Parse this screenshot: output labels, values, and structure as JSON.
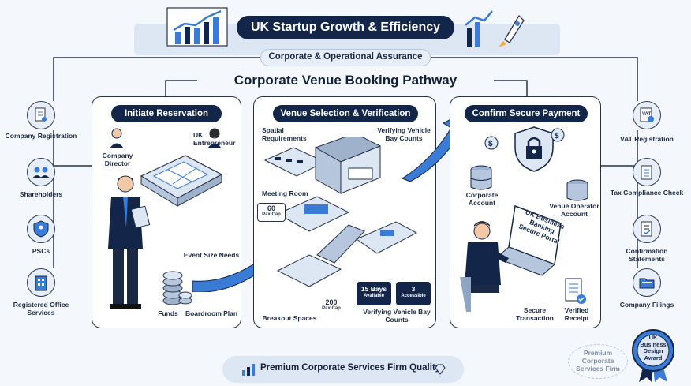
{
  "header": {
    "title": "UK Startup Growth & Efficiency",
    "subtitle": "Corporate & Operational Assurance",
    "pathway_title": "Corporate Venue Booking Pathway"
  },
  "left_sidebar": [
    {
      "label": "Company Registration",
      "icon": "document-icon"
    },
    {
      "label": "Shareholders",
      "icon": "people-icon"
    },
    {
      "label": "PSCs",
      "icon": "shield-user-icon"
    },
    {
      "label": "Registered Office Services",
      "icon": "building-icon"
    }
  ],
  "right_sidebar": [
    {
      "label": "VAT Registration",
      "icon": "vat-icon"
    },
    {
      "label": "Tax Compliance Check",
      "icon": "checklist-icon"
    },
    {
      "label": "Confirmation Statements",
      "icon": "statement-icon"
    },
    {
      "label": "Company Filings",
      "icon": "folder-icon"
    }
  ],
  "panels": {
    "initiate": {
      "title": "Initiate Reservation",
      "labels": {
        "company_director": "Company Director",
        "uk_entrepreneur": "UK Entrepreneur",
        "event_size": "Event Size Needs",
        "funds": "Funds",
        "boardroom": "Boardroom Plan"
      }
    },
    "venue": {
      "title": "Venue Selection & Verification",
      "labels": {
        "spatial": "Spatial Requirements",
        "verifying_top": "Verifying Vehicle Bay Counts",
        "meeting_room": "Meeting Room",
        "pax_60_num": "60",
        "pax_60_unit": "Pax Cap",
        "breakout": "Breakout Spaces",
        "pax_200_num": "200",
        "pax_200_unit": "Pax Cap",
        "bays_15": "15 Bays",
        "bays_available": "Available",
        "bays_3": "3",
        "bays_accessible": "Accessible",
        "verifying_bottom": "Verifying Vehicle Bay Counts"
      }
    },
    "payment": {
      "title": "Confirm Secure Payment",
      "labels": {
        "corporate_account": "Corporate Account",
        "venue_account": "Venue Operator Account",
        "screen_text": "UK Business Banking Secure Portal",
        "secure_transaction": "Secure Transaction",
        "verified_receipt": "Verified Receipt"
      }
    }
  },
  "footer": {
    "text": "Premium Corporate Services Firm Quality"
  },
  "seal": {
    "text": "Premium Corporate Services Firm"
  },
  "award": {
    "text": "UK Business Design Award"
  },
  "colors": {
    "navy": "#13264a",
    "accent_blue": "#3a7bd5",
    "light_blue": "#dde7f3"
  }
}
